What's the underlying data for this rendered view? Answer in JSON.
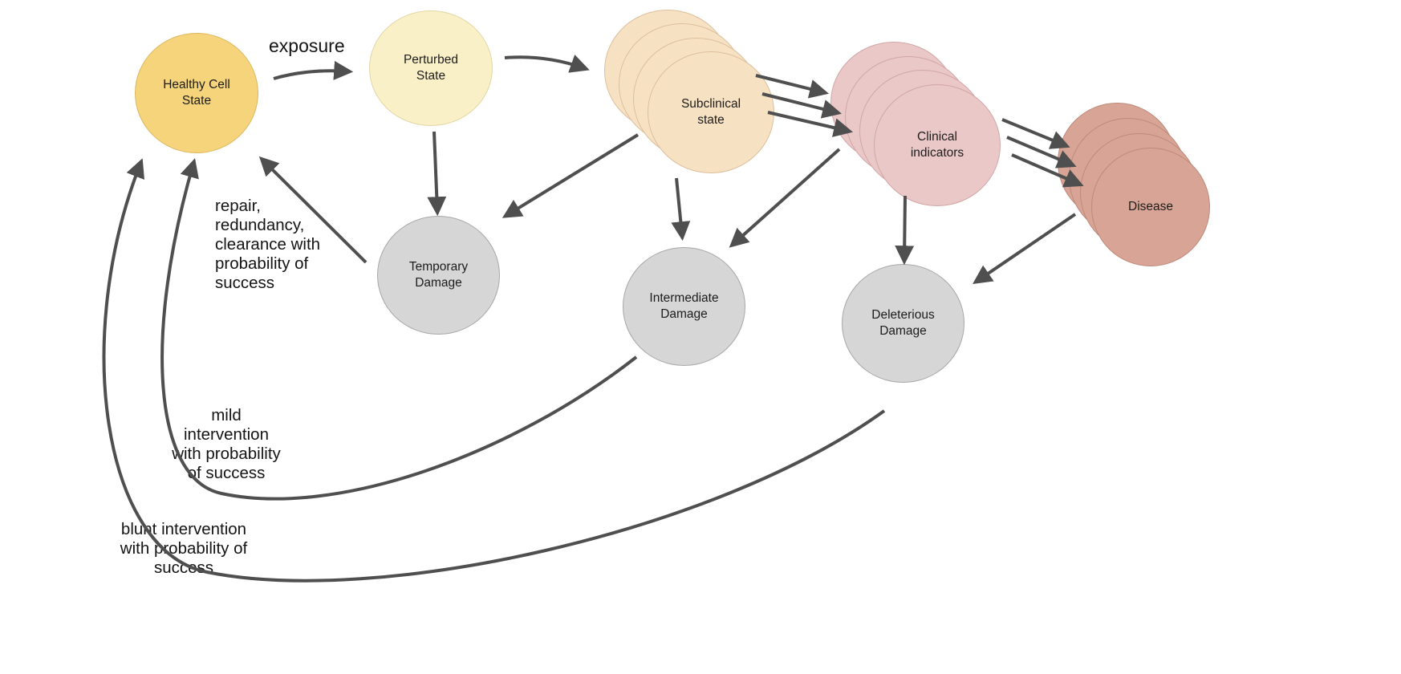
{
  "nodes": {
    "healthy": {
      "label": "Healthy Cell\nState",
      "color": "#F5D47C",
      "stacked": false
    },
    "perturbed": {
      "label": "Perturbed\nState",
      "color": "#FAF0C7",
      "stacked": false
    },
    "subclinical": {
      "label": "Subclinical\nstate",
      "color": "#F6E1C3",
      "stacked": true,
      "stack_count": 4
    },
    "clinical": {
      "label": "Clinical\nindicators",
      "color": "#EAC8C8",
      "stacked": true,
      "stack_count": 4
    },
    "disease": {
      "label": "Disease",
      "color": "#D7A495",
      "stacked": true,
      "stack_count": 4
    },
    "temporary_damage": {
      "label": "Temporary\nDamage",
      "color": "#D6D6D6",
      "stacked": false
    },
    "intermediate_damage": {
      "label": "Intermediate\nDamage",
      "color": "#D6D6D6",
      "stacked": false
    },
    "deleterious_damage": {
      "label": "Deleterious\nDamage",
      "color": "#D6D6D6",
      "stacked": false
    }
  },
  "edge_labels": {
    "exposure": "exposure",
    "repair": "repair,\nredundancy,\nclearance with\nprobability of\nsuccess",
    "mild_intervention": "mild\nintervention\nwith probability\nof success",
    "blunt_intervention": "blunt intervention\nwith probability of\nsuccess"
  },
  "edges": [
    {
      "from": "healthy",
      "to": "perturbed",
      "label": "exposure"
    },
    {
      "from": "perturbed",
      "to": "subclinical"
    },
    {
      "from": "perturbed",
      "to": "temporary_damage"
    },
    {
      "from": "subclinical",
      "to": "temporary_damage"
    },
    {
      "from": "subclinical",
      "to": "intermediate_damage"
    },
    {
      "from": "subclinical",
      "to": "clinical",
      "count": 3
    },
    {
      "from": "clinical",
      "to": "intermediate_damage"
    },
    {
      "from": "clinical",
      "to": "deleterious_damage"
    },
    {
      "from": "clinical",
      "to": "disease",
      "count": 3
    },
    {
      "from": "disease",
      "to": "deleterious_damage"
    },
    {
      "from": "temporary_damage",
      "to": "healthy",
      "label": "repair, redundancy, clearance with probability of success"
    },
    {
      "from": "intermediate_damage",
      "to": "healthy",
      "label": "mild intervention with probability of success",
      "shape": "curved"
    },
    {
      "from": "deleterious_damage",
      "to": "healthy",
      "label": "blunt intervention with probability of success",
      "shape": "curved"
    }
  ],
  "colors": {
    "arrow": "#4F4F4F",
    "background": "#FFFFFF",
    "text": "#141414"
  }
}
